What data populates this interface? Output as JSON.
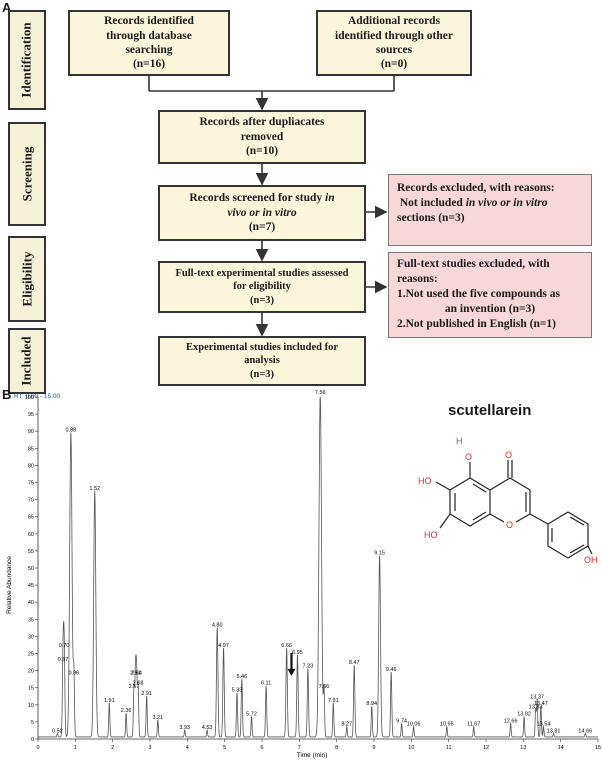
{
  "panel_a": {
    "letter": "A",
    "stages": [
      "Identification",
      "Screening",
      "Eligibility",
      "Included"
    ],
    "boxes": {
      "db_search": {
        "line1": "Records identified",
        "line2": "through database",
        "line3": "searching",
        "count": "(n=16)"
      },
      "other_sources": {
        "line1": "Additional records",
        "line2": "identified through other",
        "line3": "sources",
        "count": "(n=0)"
      },
      "after_duplicates": {
        "line1": "Records after dupliacates",
        "line2": "removed",
        "count": "(n=10)"
      },
      "screened": {
        "prefix": "Records screened for  study ",
        "italic1": "in",
        "italic2": "vivo or in vitro",
        "count": "(n=7)"
      },
      "fulltext": {
        "line1": "Full-text experimental studies assessed",
        "line2": "for eligibility",
        "count": "(n=3)"
      },
      "included": {
        "line1": "Experimental studies included for",
        "line2": "analysis",
        "count": "(n=3)"
      }
    },
    "excluded_1": {
      "line1": "Records excluded, with reasons:",
      "line2_prefix": "Not included ",
      "line2_italic": "in vivo or in vitro",
      "line3": "sections (n=3)"
    },
    "excluded_2": {
      "line1": "Full-text studies excluded, with",
      "line2": "reasons:",
      "line3": "1.Not used the five compounds as",
      "line4": "an invention (n=3)",
      "line5": "2.Not published in English (n=1)"
    }
  },
  "panel_b": {
    "letter": "B",
    "compound_name": "scutellarein",
    "rt_label": "RT: 0.00 - 15.00",
    "atom_labels": {
      "h_top": "H",
      "o_top": "O",
      "o_carbonyl": "O",
      "ho_left": "HO",
      "o_ring": "O",
      "ho_bottom": "HO",
      "oh_right": "OH"
    },
    "chart_data": {
      "type": "line",
      "xlabel": "Time (min)",
      "ylabel": "Relative Abundance",
      "xlim": [
        0,
        15
      ],
      "ylim": [
        0,
        100
      ],
      "x_ticks": [
        0,
        1,
        2,
        3,
        4,
        5,
        6,
        7,
        8,
        9,
        10,
        11,
        12,
        13,
        14,
        15
      ],
      "y_ticks": [
        0,
        5,
        10,
        15,
        20,
        25,
        30,
        35,
        40,
        45,
        50,
        55,
        60,
        65,
        70,
        75,
        80,
        85,
        90,
        95,
        100
      ],
      "marked_peak": "6.95",
      "peaks": [
        {
          "x": 0.52,
          "y": 1,
          "label": "0.52"
        },
        {
          "x": 0.67,
          "y": 22,
          "label": "0.67"
        },
        {
          "x": 0.7,
          "y": 26,
          "label": "0.70"
        },
        {
          "x": 0.88,
          "y": 89,
          "label": "0.88"
        },
        {
          "x": 0.96,
          "y": 18,
          "label": "0.96"
        },
        {
          "x": 1.52,
          "y": 72,
          "label": "1.52"
        },
        {
          "x": 1.91,
          "y": 10,
          "label": "1.91"
        },
        {
          "x": 2.36,
          "y": 7,
          "label": "2.36"
        },
        {
          "x": 2.57,
          "y": 14,
          "label": "2.57"
        },
        {
          "x": 2.61,
          "y": 18,
          "label": "2.61"
        },
        {
          "x": 2.64,
          "y": 18,
          "label": "2.64"
        },
        {
          "x": 2.68,
          "y": 15,
          "label": "2.68"
        },
        {
          "x": 2.91,
          "y": 12,
          "label": "2.91"
        },
        {
          "x": 3.21,
          "y": 5,
          "label": "3.21"
        },
        {
          "x": 3.93,
          "y": 2,
          "label": "3.93"
        },
        {
          "x": 4.53,
          "y": 2,
          "label": "4.53"
        },
        {
          "x": 4.8,
          "y": 32,
          "label": "4.80"
        },
        {
          "x": 4.97,
          "y": 26,
          "label": "4.97"
        },
        {
          "x": 5.33,
          "y": 13,
          "label": "5.33"
        },
        {
          "x": 5.46,
          "y": 17,
          "label": "5.46"
        },
        {
          "x": 5.72,
          "y": 6,
          "label": "5.72"
        },
        {
          "x": 6.11,
          "y": 15,
          "label": "6.11"
        },
        {
          "x": 6.66,
          "y": 26,
          "label": "6.66"
        },
        {
          "x": 6.95,
          "y": 24,
          "label": "6.95"
        },
        {
          "x": 7.23,
          "y": 20,
          "label": "7.23"
        },
        {
          "x": 7.56,
          "y": 100,
          "label": "7.56"
        },
        {
          "x": 7.66,
          "y": 14,
          "label": "7.66"
        },
        {
          "x": 7.91,
          "y": 10,
          "label": "7.91"
        },
        {
          "x": 8.27,
          "y": 3,
          "label": "8.27"
        },
        {
          "x": 8.47,
          "y": 21,
          "label": "8.47"
        },
        {
          "x": 8.94,
          "y": 9,
          "label": "8.94"
        },
        {
          "x": 9.15,
          "y": 53,
          "label": "9.15"
        },
        {
          "x": 9.46,
          "y": 19,
          "label": "9.46"
        },
        {
          "x": 9.74,
          "y": 4,
          "label": "9.74"
        },
        {
          "x": 10.06,
          "y": 3,
          "label": "10.06"
        },
        {
          "x": 10.95,
          "y": 3,
          "label": "10.95"
        },
        {
          "x": 11.67,
          "y": 3,
          "label": "11.67"
        },
        {
          "x": 12.66,
          "y": 4,
          "label": "12.66"
        },
        {
          "x": 13.02,
          "y": 6,
          "label": "13.02"
        },
        {
          "x": 13.33,
          "y": 8,
          "label": "13.33"
        },
        {
          "x": 13.37,
          "y": 11,
          "label": "13.37"
        },
        {
          "x": 13.47,
          "y": 9,
          "label": "13.47"
        },
        {
          "x": 13.54,
          "y": 3,
          "label": "13.54"
        },
        {
          "x": 13.81,
          "y": 1,
          "label": "13.81"
        },
        {
          "x": 14.66,
          "y": 1,
          "label": "14.66"
        }
      ]
    }
  }
}
